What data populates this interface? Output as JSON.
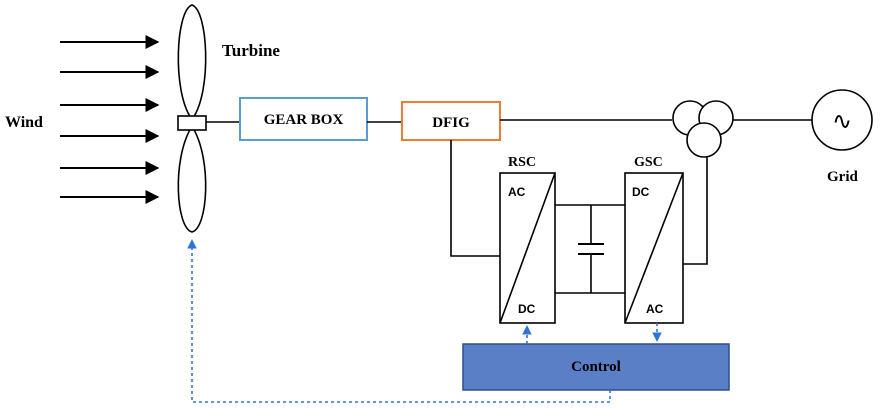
{
  "labels": {
    "wind": "Wind",
    "turbine": "Turbine",
    "gearbox": "GEAR BOX",
    "dfig": "DFIG",
    "rsc": "RSC",
    "gsc": "GSC",
    "grid": "Grid",
    "control": "Control",
    "rsc_top": "AC",
    "rsc_bottom": "DC",
    "gsc_top": "DC",
    "gsc_bottom": "AC",
    "grid_symbol": "∿"
  },
  "colors": {
    "gearbox_border": "#5b9bd5",
    "dfig_border": "#ed7d31",
    "control_fill": "#5b7fc7",
    "control_border": "#2f4f8f",
    "feedback_line": "#2e75d6",
    "line": "#000000"
  }
}
